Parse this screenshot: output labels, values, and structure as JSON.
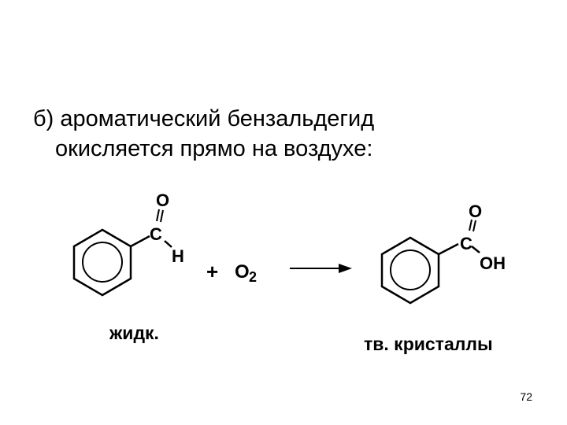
{
  "heading": {
    "line1": "б) ароматический  бензальдегид",
    "line2": "окисляется прямо на воздухе:"
  },
  "reactant": {
    "carbonyl_o": "O",
    "carbon": "C",
    "hydrogen": "H",
    "state_label": "жидк."
  },
  "reagent": {
    "plus": "+",
    "oxygen": "O",
    "oxygen_subscript": "2"
  },
  "product": {
    "carbonyl_o": "O",
    "carbon": "C",
    "hydroxyl": "OH",
    "state_label": "тв. кристаллы"
  },
  "page_number": "72"
}
